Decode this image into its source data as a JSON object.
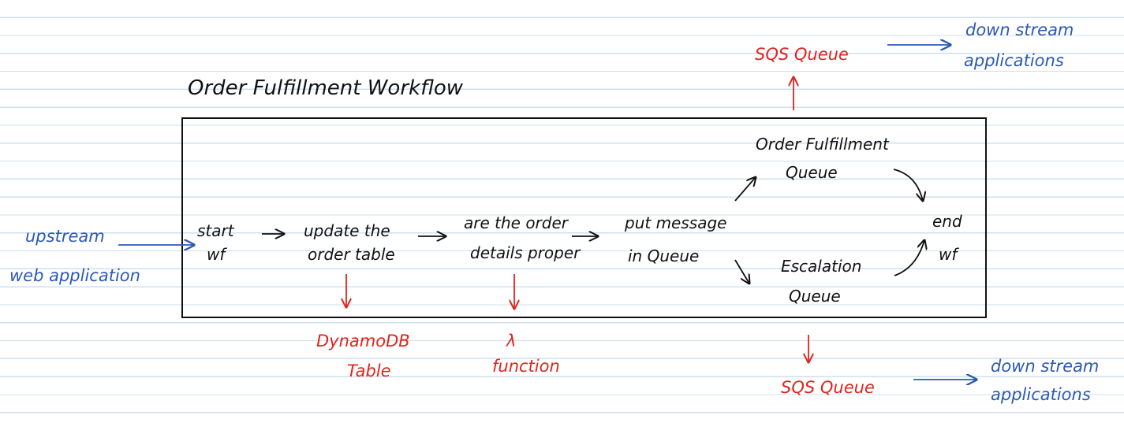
{
  "title": "Order Fulfillment Workflow",
  "colors": {
    "ink": "#111111",
    "aws": "#e0241e",
    "external": "#2b59b5"
  },
  "workflow": {
    "start": [
      "start",
      "wf"
    ],
    "update": [
      "update the",
      "order table"
    ],
    "check": [
      "are the order",
      "details proper"
    ],
    "put": [
      "put message",
      "in Queue"
    ],
    "fulfill_queue": [
      "Order Fulfillment",
      "Queue"
    ],
    "escalation_queue": [
      "Escalation",
      "Queue"
    ],
    "end": [
      "end",
      "wf"
    ]
  },
  "services": {
    "dynamodb": [
      "DynamoDB",
      "Table"
    ],
    "lambda": [
      "λ",
      "function"
    ],
    "sqs_top": "SQS Queue",
    "sqs_bottom": "SQS Queue"
  },
  "external": {
    "upstream": [
      "upstream",
      "web application"
    ],
    "downstream_top": [
      "down stream",
      "applications"
    ],
    "downstream_bottom": [
      "down stream",
      "applications"
    ]
  }
}
